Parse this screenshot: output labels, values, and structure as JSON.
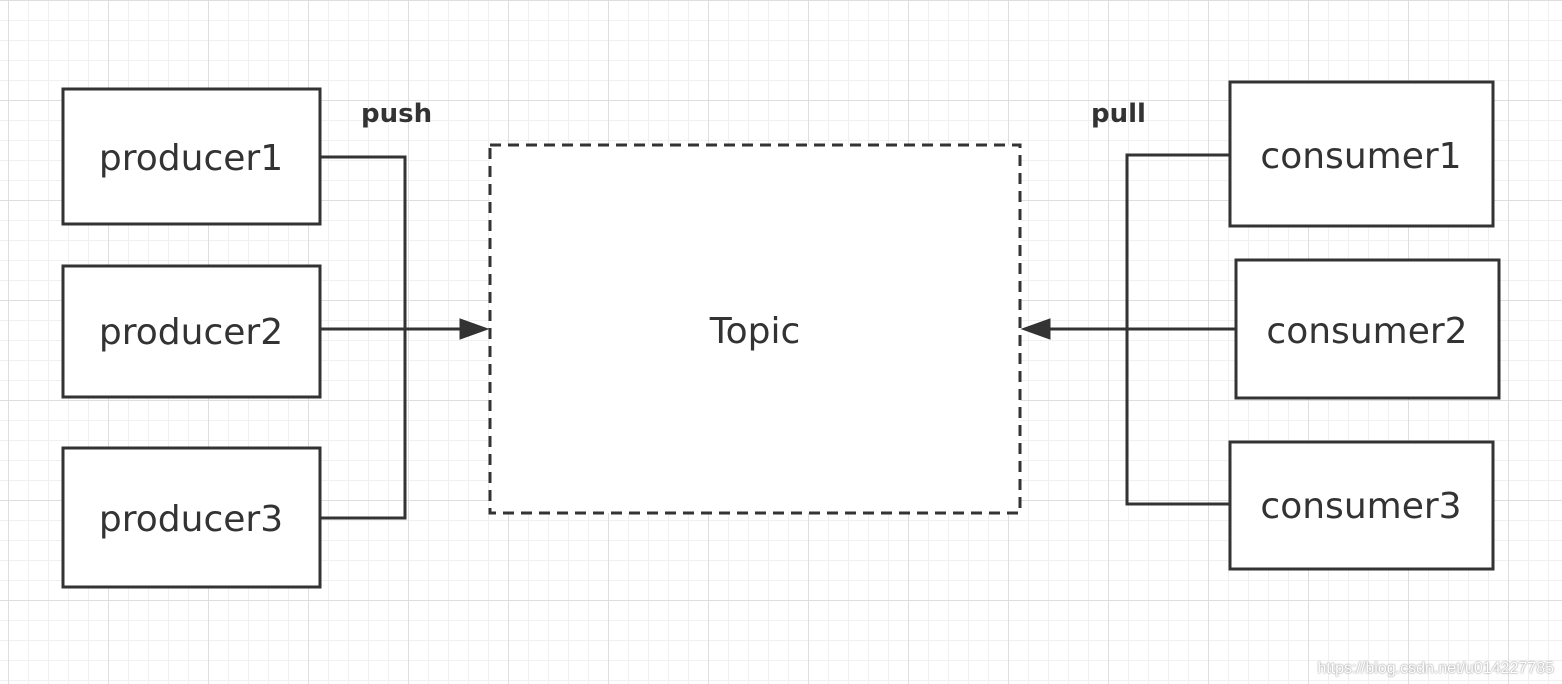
{
  "diagram": {
    "producers": [
      "producer1",
      "producer2",
      "producer3"
    ],
    "consumers": [
      "consumer1",
      "consumer2",
      "consumer3"
    ],
    "topic": "Topic",
    "push_label": "push",
    "pull_label": "pull"
  },
  "watermark": "https://blog.csdn.net/u014227785",
  "colors": {
    "stroke": "#333333",
    "background": "#ffffff",
    "grid": "#e6e6e6"
  }
}
